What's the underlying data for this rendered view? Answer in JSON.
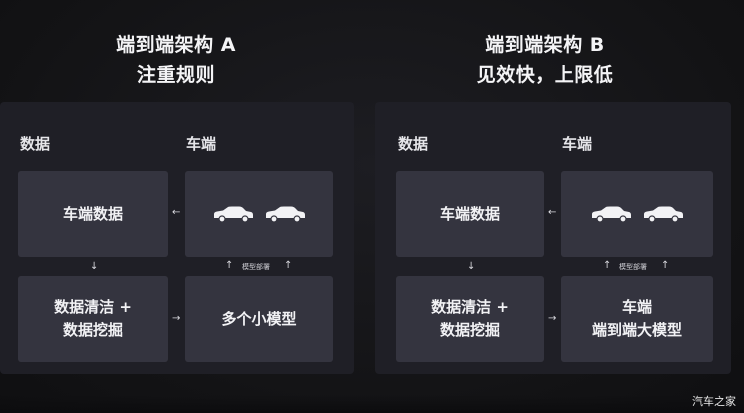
{
  "architecture_a": {
    "title_line1": "端到端架构 A",
    "title_line2": "注重规则",
    "data_label": "数据",
    "vehicle_label": "车端",
    "node_vehicle_data": "车端数据",
    "node_clean_line1": "数据清洁 +",
    "node_clean_line2": "数据挖掘",
    "node_models": "多个小模型",
    "deploy_label": "模型部署"
  },
  "architecture_b": {
    "title_line1": "端到端架构 B",
    "title_line2": "见效快，上限低",
    "data_label": "数据",
    "vehicle_label": "车端",
    "node_vehicle_data": "车端数据",
    "node_clean_line1": "数据清洁 +",
    "node_clean_line2": "数据挖掘",
    "node_model_line1": "车端",
    "node_model_line2": "端到端大模型",
    "deploy_label": "模型部署"
  },
  "arrows": {
    "left": "←",
    "right": "→",
    "down": "↓",
    "up": "↑"
  },
  "watermark": "汽车之家",
  "colors": {
    "background": "#141416",
    "panel": "#1f1f26",
    "node": "#34343f",
    "text": "#f2f2f5"
  }
}
